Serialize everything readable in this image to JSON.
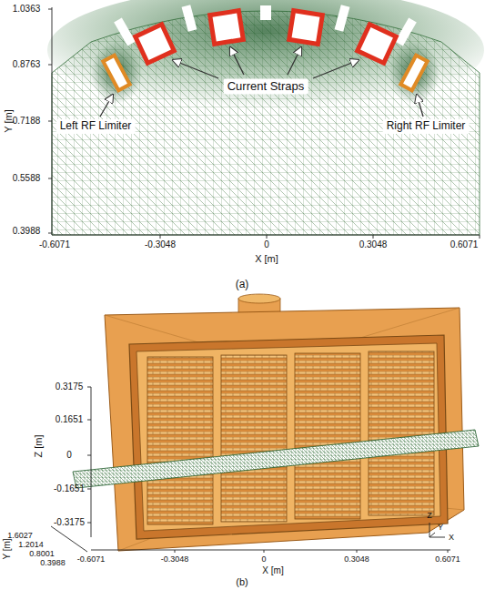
{
  "diagram": {
    "labels": [
      "1.0363",
      "0.8763",
      "0.7188",
      "0.5588",
      "0.3988",
      "Y [m]",
      "-0.6071",
      "-0.3048",
      "0",
      "0.3048",
      "0.6071",
      "X [m]",
      "Current Straps",
      "Left RF Limiter",
      "Right RF Limiter",
      "(a)",
      "0.3175",
      "0.1651",
      "0",
      "-0.1651",
      "-0.3175",
      "Z [m]",
      "1.6027",
      "1.2014",
      "0.8001",
      "0.3988",
      "Y [m]",
      "-0.6071",
      "-0.3048",
      "0",
      "0.3048",
      "0.6071",
      "X [m]",
      "Z",
      "Y",
      "X",
      "(b)"
    ]
  }
}
